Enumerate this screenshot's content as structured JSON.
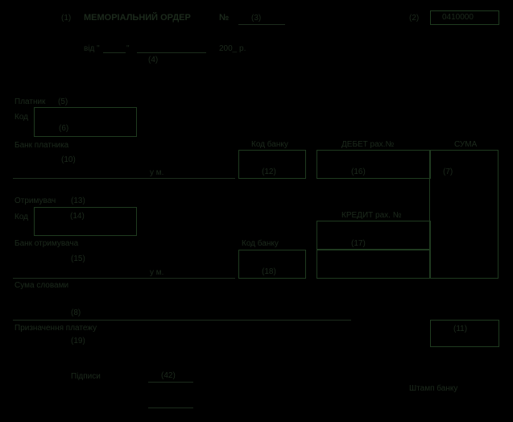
{
  "header": {
    "code_1": "(1)",
    "title": "МЕМОРІАЛЬНИЙ ОРДЕР",
    "number_sign": "№",
    "code_3": "(3)",
    "code_2": "(2)",
    "form_code": "0410000"
  },
  "date": {
    "prefix": "від \"",
    "quote": "\"",
    "year_suffix": "200_ р.",
    "code_4": "(4)"
  },
  "payer": {
    "label": "Платник",
    "code_5": "(5)",
    "id_label": "Код",
    "code_6": "(6)",
    "bank_label": "Банк платника",
    "code_10": "(10)",
    "city_label": "у м.",
    "bank_code_label": "Код банку",
    "code_12": "(12)",
    "debit_label": "ДЕБЕТ рах.№",
    "code_16": "(16)",
    "sum_label": "СУМА",
    "code_7": "(7)"
  },
  "recipient": {
    "label": "Отримувач",
    "code_13": "(13)",
    "id_label": "Код",
    "code_14": "(14)",
    "credit_label": "КРЕДИТ рах. №",
    "code_17": "(17)",
    "bank_label": "Банк отримувача",
    "code_15": "(15)",
    "city_label": "у м.",
    "bank_code_label": "Код банку",
    "code_18": "(18)"
  },
  "sum_words": {
    "label": "Сума словами",
    "code_8": "(8)"
  },
  "purpose": {
    "label": "Призначення платежу",
    "code_19": "(19)",
    "code_11": "(11)"
  },
  "footer": {
    "signature_label": "Підписи",
    "code_42": "(42)",
    "stamp_label": "Штамп банку"
  }
}
